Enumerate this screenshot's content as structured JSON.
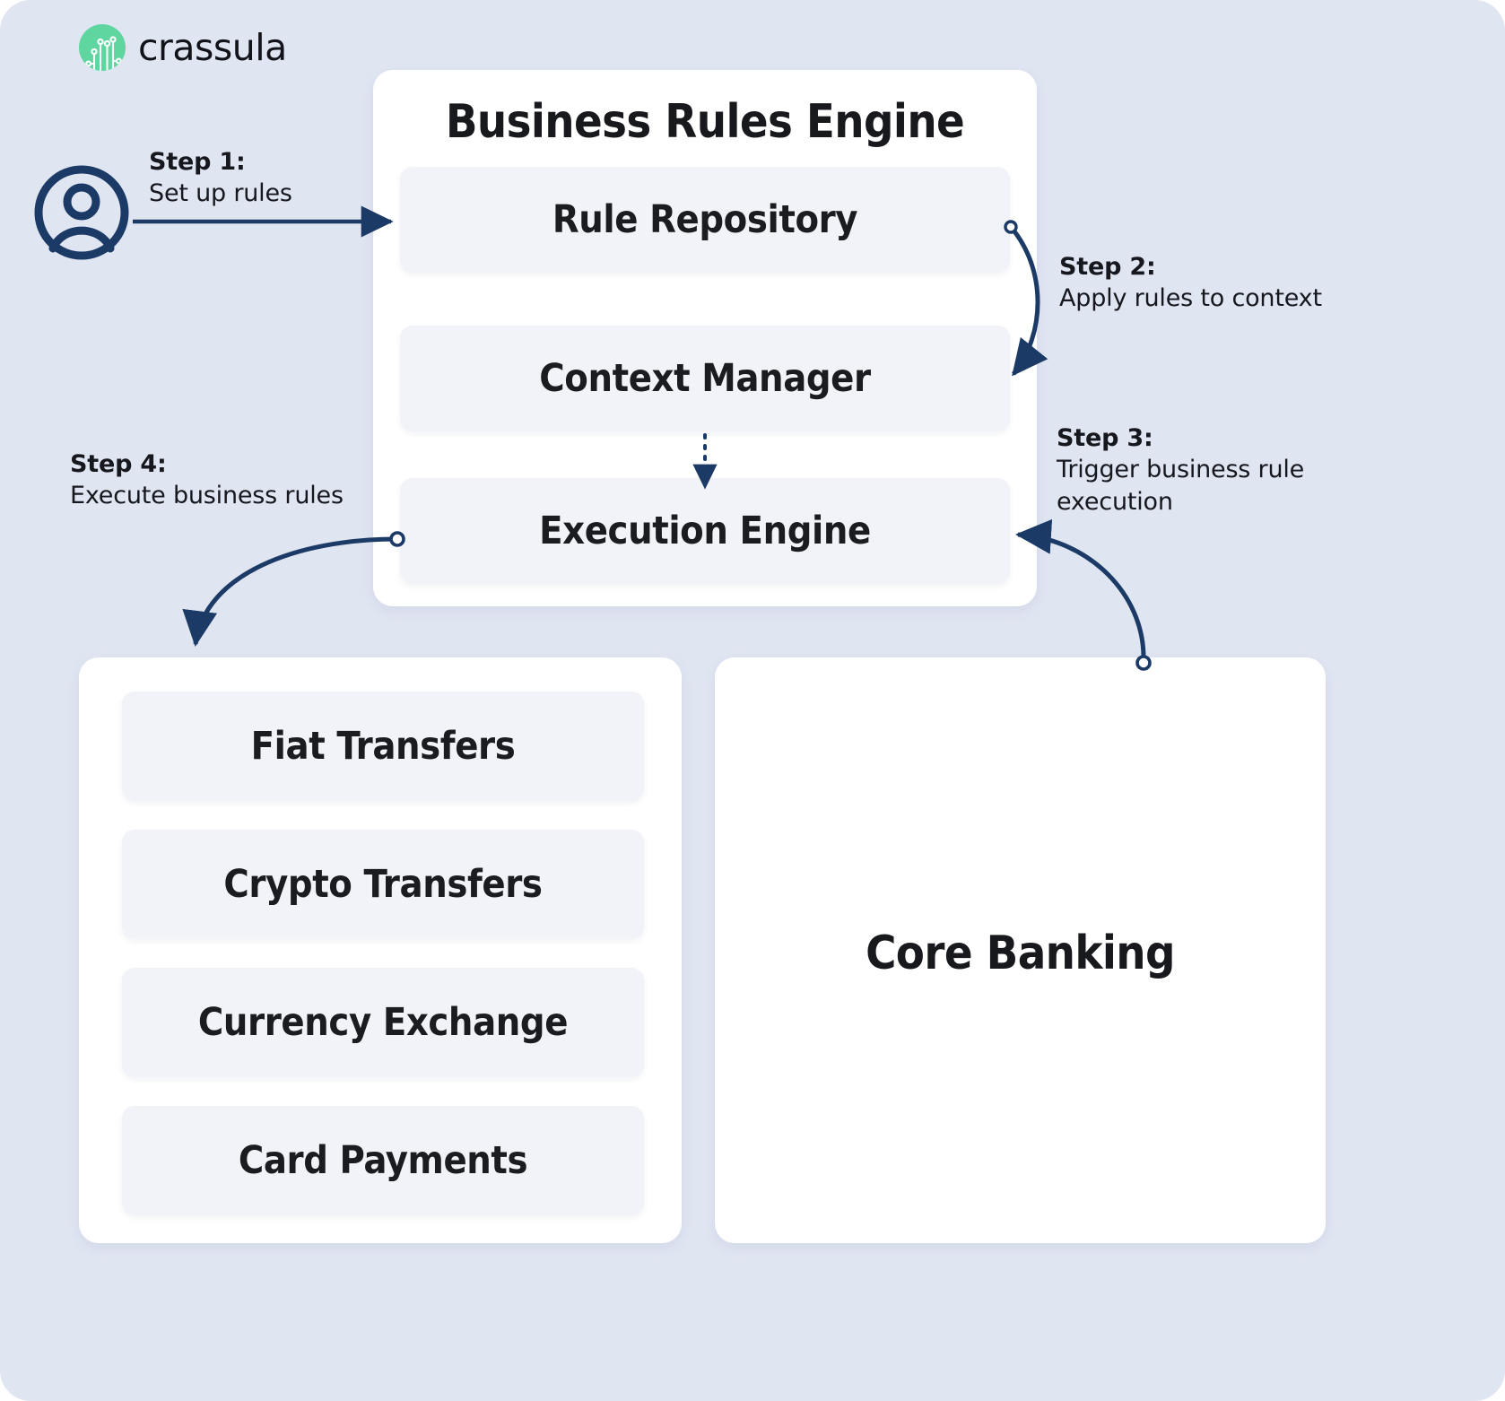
{
  "brand": {
    "name": "crassula",
    "mark_icon": "circuit-logo-icon",
    "mark_color": "#5fd6a0"
  },
  "theme": {
    "background": "#e0e5f2",
    "panel_background": "#ffffff",
    "box_background": "#f1f3f8",
    "arrow_color": "#1c3a66",
    "text_color": "#16181d"
  },
  "actor": {
    "icon": "user-avatar-icon",
    "label": ""
  },
  "steps": [
    {
      "id": "step-1",
      "title": "Step 1:",
      "desc": "Set up rules"
    },
    {
      "id": "step-2",
      "title": "Step 2:",
      "desc": "Apply rules to context"
    },
    {
      "id": "step-3",
      "title": "Step 3:",
      "desc": "Trigger business rule execution"
    },
    {
      "id": "step-4",
      "title": "Step 4:",
      "desc": "Execute business rules"
    }
  ],
  "panels": {
    "business_rules_engine": {
      "title": "Business Rules Engine",
      "items": [
        {
          "label": "Rule Repository"
        },
        {
          "label": "Context Manager"
        },
        {
          "label": "Execution Engine"
        }
      ]
    },
    "services": {
      "title": "",
      "items": [
        {
          "label": "Fiat Transfers"
        },
        {
          "label": "Crypto Transfers"
        },
        {
          "label": "Currency Exchange"
        },
        {
          "label": "Card Payments"
        }
      ]
    },
    "core_banking": {
      "title": "Core Banking",
      "items": []
    }
  },
  "connectors": [
    {
      "id": "user-to-rule-repository",
      "style": "solid-arrow",
      "from": "user-avatar-icon",
      "to": "Rule Repository"
    },
    {
      "id": "rule-repository-to-context-manager",
      "style": "curved-arrow-with-dot",
      "from": "Rule Repository",
      "to": "Context Manager"
    },
    {
      "id": "context-manager-to-execution-engine",
      "style": "dotted-arrow",
      "from": "Context Manager",
      "to": "Execution Engine"
    },
    {
      "id": "execution-engine-to-services",
      "style": "curved-arrow-with-dot",
      "from": "Execution Engine",
      "to": "Fiat Transfers"
    },
    {
      "id": "core-banking-to-execution-engine",
      "style": "curved-arrow-with-dot",
      "from": "Core Banking",
      "to": "Execution Engine"
    }
  ]
}
